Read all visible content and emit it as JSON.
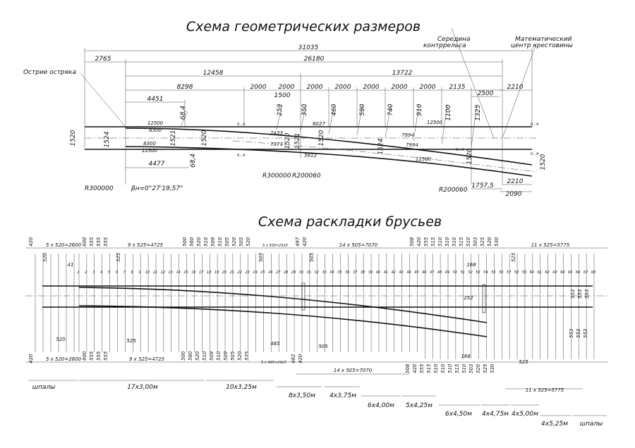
{
  "titles": {
    "geometry": "Схема геометрических размеров",
    "layout": "Схема раскладки брусьев"
  },
  "labels": {
    "point_tip": "Острие остряка",
    "guardrail_mid": "Середина\nконтррельса",
    "math_center": "Математический\nцентр крестовины",
    "angle": "βн=0°27'19,57\"",
    "radius_left": "R300000",
    "radius_mid_a": "R300000",
    "radius_mid_b": "R200060",
    "radius_right": "R200060"
  },
  "geometry_dims": {
    "top_chain": [
      "2765",
      "31035",
      "26180",
      "12458",
      "13722",
      "8298",
      "4451",
      "2000",
      "2000",
      "1500",
      "2000",
      "2000",
      "2000",
      "2000",
      "2000",
      "2135",
      "2500",
      "2210"
    ],
    "offsets": [
      "68,4",
      "259",
      "350",
      "460",
      "590",
      "740",
      "910",
      "1100",
      "1325"
    ],
    "small": [
      "12500",
      "8300",
      "12500",
      "8300",
      "7433",
      "7373",
      "6027",
      "5912",
      "7994",
      "7994",
      "12500",
      "12500",
      "0...4",
      "0...4",
      "0...4",
      "0...4",
      "0...4"
    ],
    "gauges": [
      "1520",
      "1524",
      "1521",
      "1520",
      "1520",
      "1521",
      "1524",
      "1520",
      "1520",
      "1520",
      "68,4"
    ],
    "bottom_chain": [
      "4477",
      "1757,5",
      "2210",
      "2090"
    ]
  },
  "layout_dims": {
    "top_left": [
      "420",
      "5 x 520=2600",
      "600",
      "555",
      "555",
      "555",
      "9 x 525=4725",
      "500",
      "560",
      "520",
      "510",
      "509",
      "510",
      "505",
      "520",
      "505",
      "520",
      "5 x 505=2525",
      "497",
      "420",
      "14 x 505=7070",
      "508",
      "420",
      "555",
      "515",
      "510",
      "510",
      "510",
      "515",
      "510",
      "503",
      "525",
      "520",
      "530",
      "11 x 525=5775"
    ],
    "inner_top": [
      "520",
      "41",
      "525",
      "505",
      "505",
      "168",
      "525"
    ],
    "inner_bottom": [
      "520",
      "525",
      "485",
      "505",
      "168",
      "252",
      "525"
    ],
    "bottom_left": [
      "420",
      "5 x 520=2600",
      "600",
      "555",
      "555",
      "555",
      "9 x 525=4725",
      "500",
      "560",
      "520",
      "510",
      "509",
      "510",
      "509",
      "505",
      "520",
      "535",
      "5 x 485=2425",
      "482",
      "420",
      "14 x 505=7070",
      "508",
      "420",
      "555",
      "515",
      "510",
      "510",
      "510",
      "515",
      "510",
      "503",
      "520",
      "525",
      "530",
      "11 x 525=5775"
    ],
    "right_side": [
      "553",
      "553",
      "553",
      "553",
      "553",
      "553"
    ]
  },
  "groups_row1": [
    "шпалы",
    "17x3,00м",
    "10x3,25м"
  ],
  "groups_row2": [
    "8x3,50м",
    "4x3,75м"
  ],
  "groups_row3": [
    "6x4,00м",
    "5x4,25м"
  ],
  "groups_row4": [
    "6x4,50м",
    "4x4,75м",
    "4x5,00м"
  ],
  "groups_row5": [
    "4x5,25м",
    "шпалы"
  ],
  "tie_numbers": [
    "1",
    "2",
    "3",
    "4",
    "5",
    "6",
    "7",
    "8",
    "9",
    "10",
    "11",
    "12",
    "13",
    "14",
    "15",
    "16",
    "17",
    "18",
    "19",
    "20",
    "21",
    "22",
    "23",
    "24",
    "25",
    "26",
    "27",
    "28",
    "29",
    "30",
    "31",
    "32",
    "33",
    "34",
    "35",
    "36",
    "37",
    "38",
    "39",
    "40",
    "41",
    "42",
    "43",
    "44",
    "45",
    "46",
    "47",
    "48",
    "49",
    "50",
    "51",
    "52",
    "53",
    "54",
    "55",
    "56",
    "57",
    "58",
    "59",
    "60",
    "61",
    "62",
    "63",
    "64",
    "65",
    "66",
    "67",
    "68"
  ]
}
